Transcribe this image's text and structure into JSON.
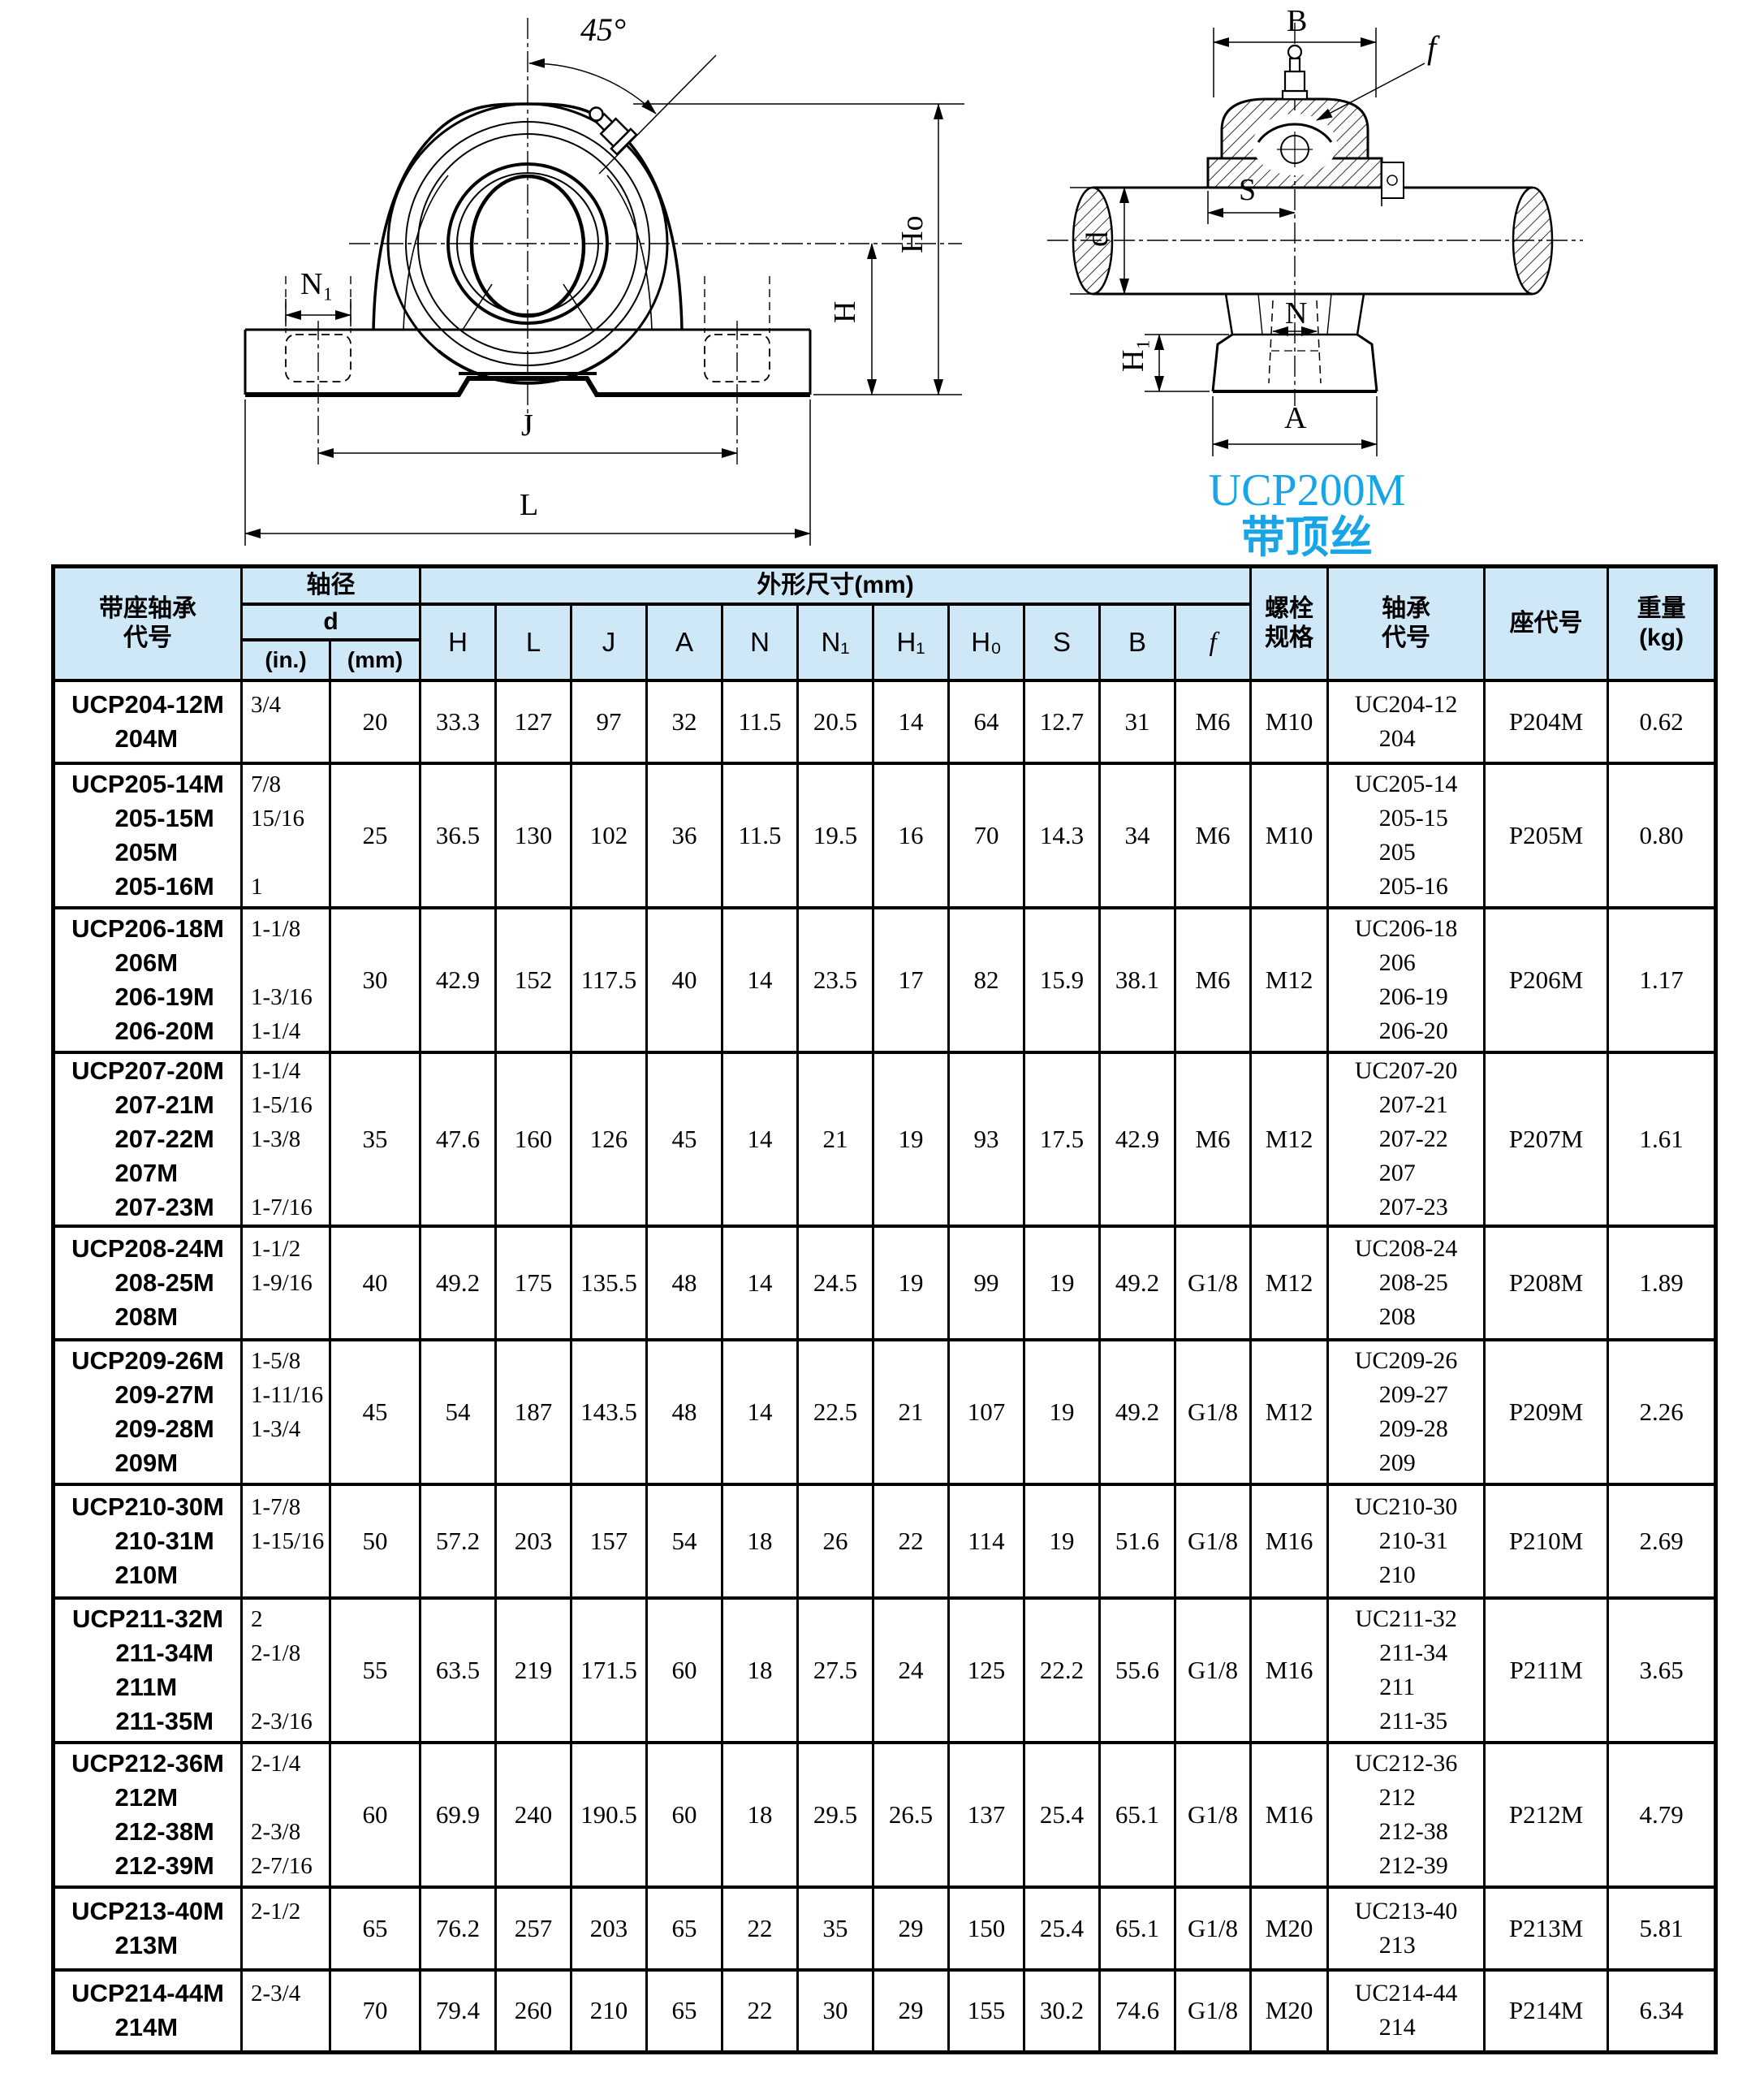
{
  "front_view": {
    "angle_label": "45°",
    "dim_n1": "N₁",
    "dim_j": "J",
    "dim_l": "L",
    "dim_h": "H",
    "dim_ho": "Ho"
  },
  "side_view": {
    "dim_b": "B",
    "dim_f": "f",
    "dim_s": "S",
    "dim_d": "d",
    "dim_n": "N",
    "dim_h1": "H₁",
    "dim_a": "A",
    "caption_model": "UCP200M",
    "caption_note": "带顶丝",
    "caption_color": "#18a5e8"
  },
  "table": {
    "header": {
      "model_l1": "带座轴承",
      "model_l2": "代号",
      "shaft": "轴径",
      "d": "d",
      "in": "(in.)",
      "mm": "(mm)",
      "dims_title": "外形尺寸(mm)",
      "dim_letters": [
        "H",
        "L",
        "J",
        "A",
        "N",
        "N₁",
        "H₁",
        "H₀",
        "S",
        "B",
        "f"
      ],
      "bolt_l1": "螺栓",
      "bolt_l2": "规格",
      "bearing_l1": "轴承",
      "bearing_l2": "代号",
      "housing": "座代号",
      "weight_l1": "重量",
      "weight_l2": "(kg)"
    },
    "rows": [
      {
        "models": [
          "UCP204-12M",
          "204M"
        ],
        "inches": [
          "3/4",
          ""
        ],
        "mm": "20",
        "dims": [
          "33.3",
          "127",
          "97",
          "32",
          "11.5",
          "20.5",
          "14",
          "64",
          "12.7",
          "31",
          "M6"
        ],
        "bolt": "M10",
        "bearings": [
          "UC204-12",
          "204"
        ],
        "housing": "P204M",
        "weight": "0.62"
      },
      {
        "models": [
          "UCP205-14M",
          "205-15M",
          "205M",
          "205-16M"
        ],
        "inches": [
          "7/8",
          "15/16",
          "",
          "1"
        ],
        "mm": "25",
        "dims": [
          "36.5",
          "130",
          "102",
          "36",
          "11.5",
          "19.5",
          "16",
          "70",
          "14.3",
          "34",
          "M6"
        ],
        "bolt": "M10",
        "bearings": [
          "UC205-14",
          "205-15",
          "205",
          "205-16"
        ],
        "housing": "P205M",
        "weight": "0.80"
      },
      {
        "models": [
          "UCP206-18M",
          "206M",
          "206-19M",
          "206-20M"
        ],
        "inches": [
          "1-1/8",
          "",
          "1-3/16",
          "1-1/4"
        ],
        "mm": "30",
        "dims": [
          "42.9",
          "152",
          "117.5",
          "40",
          "14",
          "23.5",
          "17",
          "82",
          "15.9",
          "38.1",
          "M6"
        ],
        "bolt": "M12",
        "bearings": [
          "UC206-18",
          "206",
          "206-19",
          "206-20"
        ],
        "housing": "P206M",
        "weight": "1.17"
      },
      {
        "models": [
          "UCP207-20M",
          "207-21M",
          "207-22M",
          "207M",
          "207-23M"
        ],
        "inches": [
          "1-1/4",
          "1-5/16",
          "1-3/8",
          "",
          "1-7/16"
        ],
        "mm": "35",
        "dims": [
          "47.6",
          "160",
          "126",
          "45",
          "14",
          "21",
          "19",
          "93",
          "17.5",
          "42.9",
          "M6"
        ],
        "bolt": "M12",
        "bearings": [
          "UC207-20",
          "207-21",
          "207-22",
          "207",
          "207-23"
        ],
        "housing": "P207M",
        "weight": "1.61"
      },
      {
        "models": [
          "UCP208-24M",
          "208-25M",
          "208M"
        ],
        "inches": [
          "1-1/2",
          "1-9/16",
          ""
        ],
        "mm": "40",
        "dims": [
          "49.2",
          "175",
          "135.5",
          "48",
          "14",
          "24.5",
          "19",
          "99",
          "19",
          "49.2",
          "G1/8"
        ],
        "bolt": "M12",
        "bearings": [
          "UC208-24",
          "208-25",
          "208"
        ],
        "housing": "P208M",
        "weight": "1.89"
      },
      {
        "models": [
          "UCP209-26M",
          "209-27M",
          "209-28M",
          "209M"
        ],
        "inches": [
          "1-5/8",
          "1-11/16",
          "1-3/4",
          ""
        ],
        "mm": "45",
        "dims": [
          "54",
          "187",
          "143.5",
          "48",
          "14",
          "22.5",
          "21",
          "107",
          "19",
          "49.2",
          "G1/8"
        ],
        "bolt": "M12",
        "bearings": [
          "UC209-26",
          "209-27",
          "209-28",
          "209"
        ],
        "housing": "P209M",
        "weight": "2.26"
      },
      {
        "models": [
          "UCP210-30M",
          "210-31M",
          "210M"
        ],
        "inches": [
          "1-7/8",
          "1-15/16",
          ""
        ],
        "mm": "50",
        "dims": [
          "57.2",
          "203",
          "157",
          "54",
          "18",
          "26",
          "22",
          "114",
          "19",
          "51.6",
          "G1/8"
        ],
        "bolt": "M16",
        "bearings": [
          "UC210-30",
          "210-31",
          "210"
        ],
        "housing": "P210M",
        "weight": "2.69"
      },
      {
        "models": [
          "UCP211-32M",
          "211-34M",
          "211M",
          "211-35M"
        ],
        "inches": [
          "2",
          "2-1/8",
          "",
          "2-3/16"
        ],
        "mm": "55",
        "dims": [
          "63.5",
          "219",
          "171.5",
          "60",
          "18",
          "27.5",
          "24",
          "125",
          "22.2",
          "55.6",
          "G1/8"
        ],
        "bolt": "M16",
        "bearings": [
          "UC211-32",
          "211-34",
          "211",
          "211-35"
        ],
        "housing": "P211M",
        "weight": "3.65"
      },
      {
        "models": [
          "UCP212-36M",
          "212M",
          "212-38M",
          "212-39M"
        ],
        "inches": [
          "2-1/4",
          "",
          "2-3/8",
          "2-7/16"
        ],
        "mm": "60",
        "dims": [
          "69.9",
          "240",
          "190.5",
          "60",
          "18",
          "29.5",
          "26.5",
          "137",
          "25.4",
          "65.1",
          "G1/8"
        ],
        "bolt": "M16",
        "bearings": [
          "UC212-36",
          "212",
          "212-38",
          "212-39"
        ],
        "housing": "P212M",
        "weight": "4.79"
      },
      {
        "models": [
          "UCP213-40M",
          "213M"
        ],
        "inches": [
          "2-1/2",
          ""
        ],
        "mm": "65",
        "dims": [
          "76.2",
          "257",
          "203",
          "65",
          "22",
          "35",
          "29",
          "150",
          "25.4",
          "65.1",
          "G1/8"
        ],
        "bolt": "M20",
        "bearings": [
          "UC213-40",
          "213"
        ],
        "housing": "P213M",
        "weight": "5.81"
      },
      {
        "models": [
          "UCP214-44M",
          "214M"
        ],
        "inches": [
          "2-3/4",
          ""
        ],
        "mm": "70",
        "dims": [
          "79.4",
          "260",
          "210",
          "65",
          "22",
          "30",
          "29",
          "155",
          "30.2",
          "74.6",
          "G1/8"
        ],
        "bolt": "M20",
        "bearings": [
          "UC214-44",
          "214"
        ],
        "housing": "P214M",
        "weight": "6.34"
      }
    ]
  }
}
